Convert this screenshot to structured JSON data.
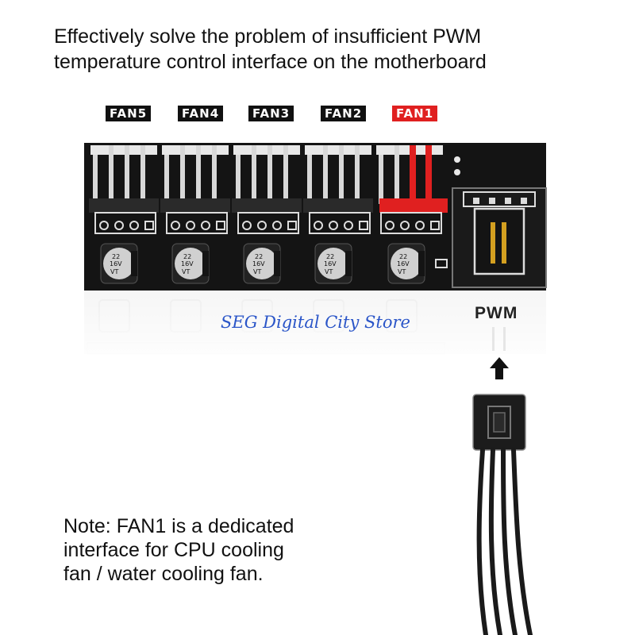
{
  "headline": {
    "line1": "Effectively solve the problem of insufficient PWM",
    "line2": "temperature control interface on the motherboard"
  },
  "fans": [
    {
      "label": "FAN5",
      "highlight": false
    },
    {
      "label": "FAN4",
      "highlight": false
    },
    {
      "label": "FAN3",
      "highlight": false
    },
    {
      "label": "FAN2",
      "highlight": false
    },
    {
      "label": "FAN1",
      "highlight": true
    }
  ],
  "capacitor": {
    "line1": "22",
    "line2": "16V",
    "line3": "VT"
  },
  "pwm_label": "PWM",
  "watermark": "SEG Digital City Store",
  "note": {
    "line1": "Note: FAN1 is a dedicated",
    "line2": "interface for CPU cooling",
    "line3": "fan / water cooling fan."
  },
  "colors": {
    "board": "#141414",
    "highlight": "#e02020",
    "pin": "#d8d8d8",
    "gold": "#d4a020",
    "watermark": "#2a55c8"
  },
  "icons": [
    "arrow-up-icon",
    "capacitor-icon",
    "connector-icon"
  ]
}
